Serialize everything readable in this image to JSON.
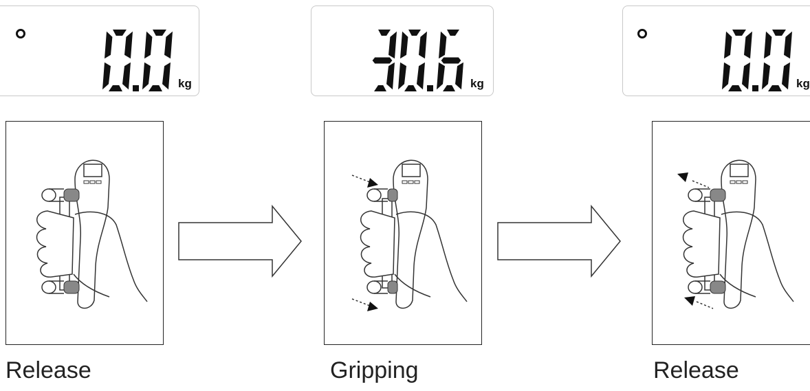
{
  "steps": [
    {
      "reading": "0.0",
      "unit": "kg",
      "show_circle": true,
      "caption": "Release",
      "motion": "none"
    },
    {
      "reading": "30.6",
      "unit": "kg",
      "show_circle": false,
      "caption": "Gripping",
      "motion": "inward"
    },
    {
      "reading": "0.0",
      "unit": "kg",
      "show_circle": true,
      "caption": "Release",
      "motion": "outward"
    }
  ]
}
